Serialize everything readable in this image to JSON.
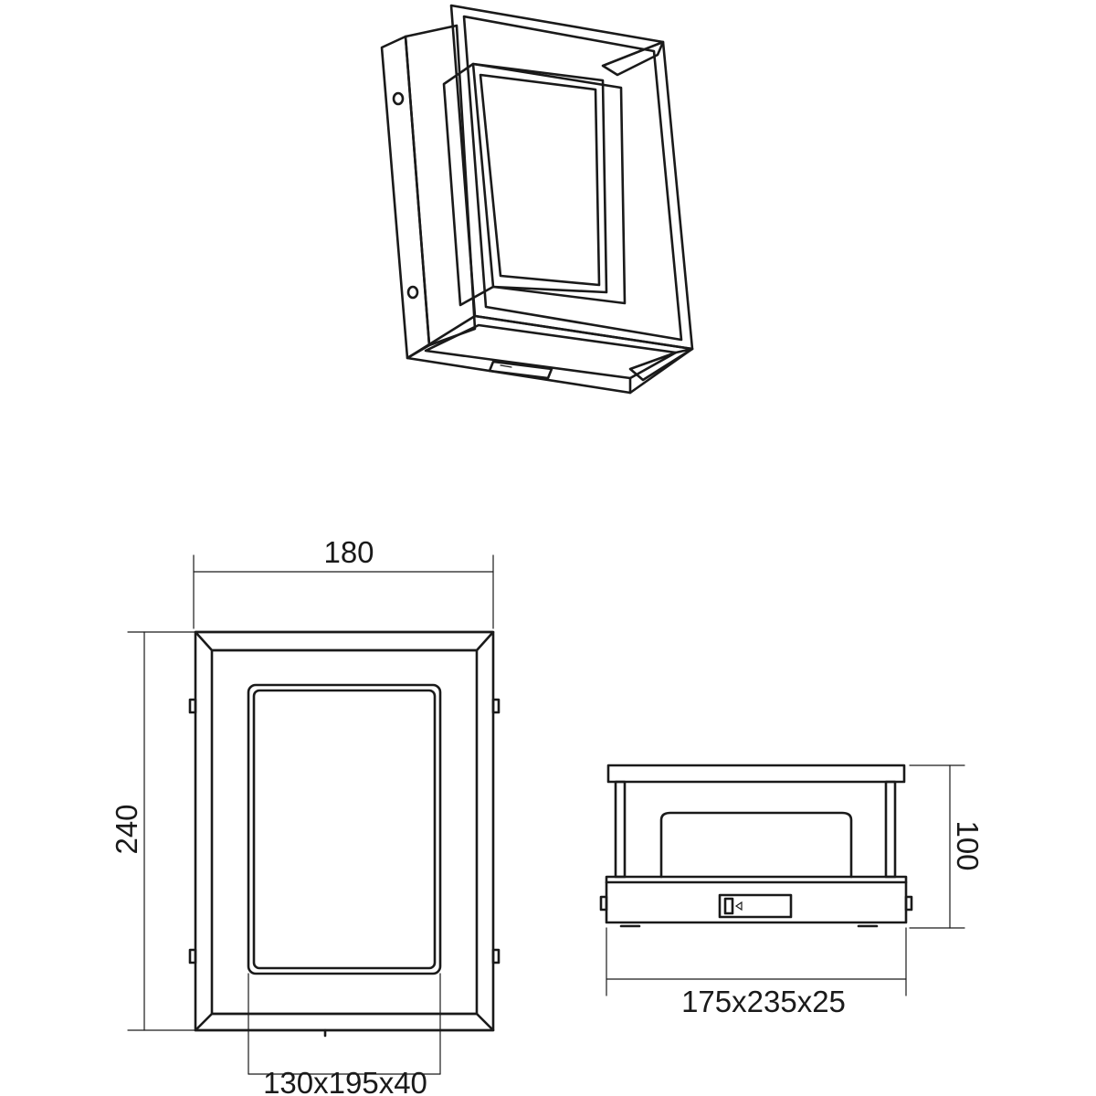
{
  "dimensions": {
    "width": "180",
    "height": "240",
    "depth": "100",
    "front_panel": "130x195x40",
    "side_box": "175x235x25"
  },
  "colors": {
    "line": "#1a1a1a",
    "background": "#ffffff"
  }
}
